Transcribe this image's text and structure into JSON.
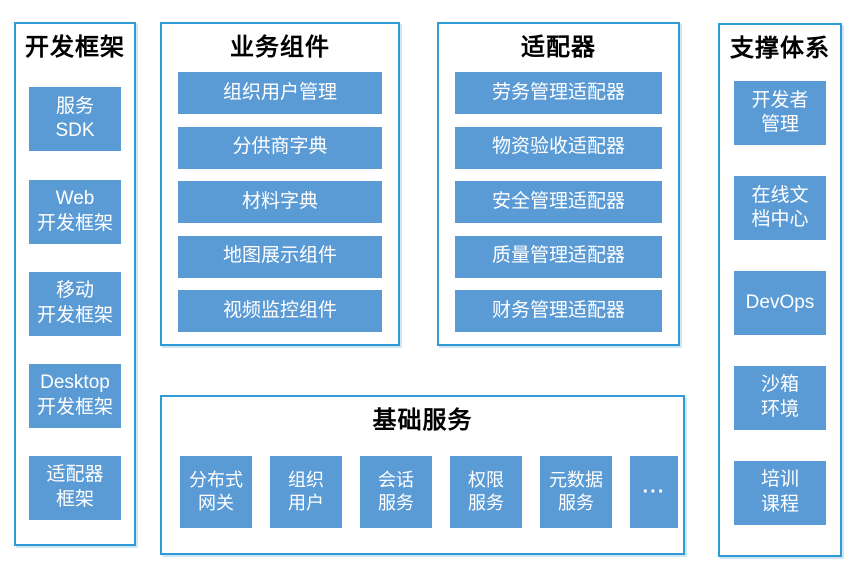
{
  "colors": {
    "box_fill": "#5B9BD5",
    "panel_border": "#2E9BD6",
    "box_text": "#FFFFFF",
    "title_text": "#000000"
  },
  "panels": {
    "dev": {
      "title": "开发框架",
      "items": [
        "服务\nSDK",
        "Web\n开发框架",
        "移动\n开发框架",
        "Desktop\n开发框架",
        "适配器\n框架"
      ]
    },
    "biz": {
      "title": "业务组件",
      "items": [
        "组织用户管理",
        "分供商字典",
        "材料字典",
        "地图展示组件",
        "视频监控组件"
      ]
    },
    "adapter": {
      "title": "适配器",
      "items": [
        "劳务管理适配器",
        "物资验收适配器",
        "安全管理适配器",
        "质量管理适配器",
        "财务管理适配器"
      ]
    },
    "support": {
      "title": "支撑体系",
      "items": [
        "开发者\n管理",
        "在线文\n档中心",
        "DevOps",
        "沙箱\n环境",
        "培训\n课程"
      ]
    },
    "base": {
      "title": "基础服务",
      "items": [
        "分布式\n网关",
        "组织\n用户",
        "会话\n服务",
        "权限\n服务",
        "元数据\n服务",
        "···"
      ]
    }
  }
}
